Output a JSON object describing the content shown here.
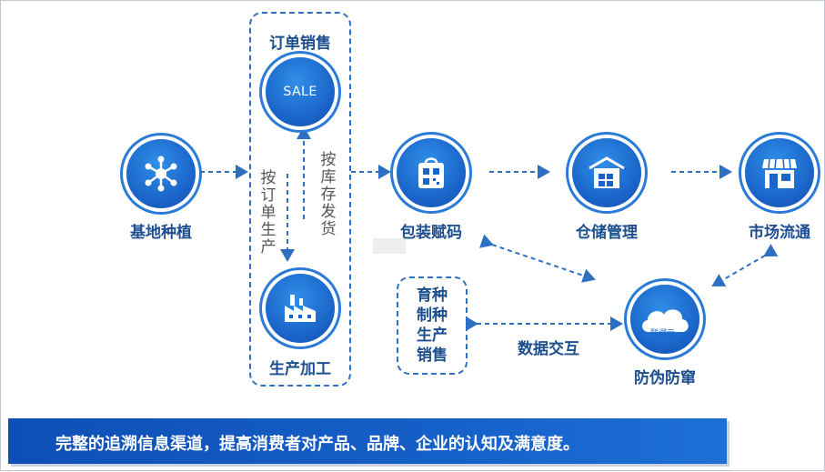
{
  "nodes": {
    "base": "基地种植",
    "order_sales": "订单销售",
    "sale_icon_text": "SALE",
    "production": "生产加工",
    "packaging": "包装赋码",
    "warehouse": "仓储管理",
    "market": "市场流通",
    "anti_fake": "防伪防窜",
    "cloud_text": "联溯云"
  },
  "arrows": {
    "by_order": "按订单生产",
    "by_stock": "按库存发货",
    "data_exchange": "数据交互"
  },
  "box": {
    "text": "育种制种生产销售"
  },
  "banner": {
    "text": "完整的追溯信息渠道，提高消费者对产品、品牌、企业的认知及满意度。"
  },
  "colors": {
    "primary": "#1a63c8",
    "label": "#1d4e8f",
    "dash": "#2e6fc2",
    "banner": "#1560c8"
  }
}
